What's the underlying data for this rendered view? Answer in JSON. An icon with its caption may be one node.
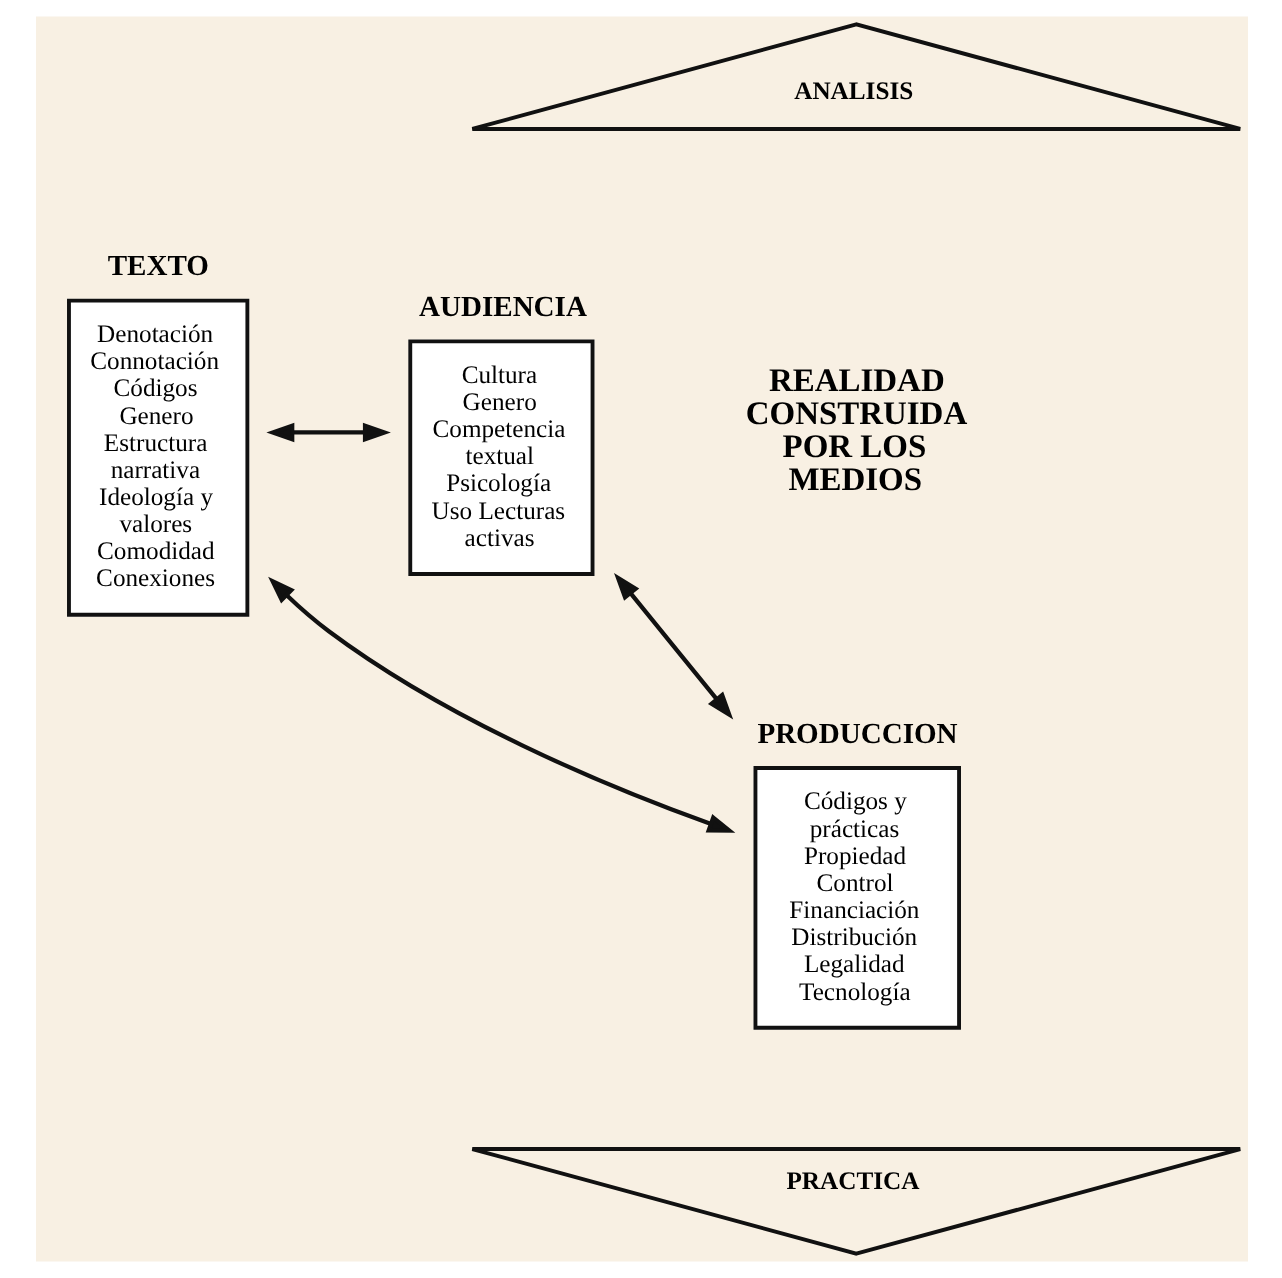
{
  "diagram": {
    "nodes": [
      {
        "text": [
          "ANALISIS"
        ]
      },
      {
        "text": [
          "TEXTO",
          "Denotación Connotación Códigos Genero Estructura narrativa Ideología y valores Comodidad Conexiones"
        ]
      },
      {
        "text": [
          "AUDIENCIA",
          "Cultura Genero Competencia textual Psicología Uso Lecturas activas"
        ]
      },
      {
        "text": [
          "PRODUCCION",
          "Códigos y prácticas Propiedad Control Financiación Distribución Legalidad Tecnología"
        ]
      },
      {
        "text": [
          "PRACTICA"
        ]
      }
    ],
    "edges": [
      {
        "from": 1,
        "to": 2,
        "arrow": "both"
      },
      {
        "from": 1,
        "to": 3,
        "arrow": "both"
      },
      {
        "from": 2,
        "to": 3,
        "arrow": "both"
      }
    ],
    "labels": [
      "REALIDAD CONSTRUIDA POR LOS MEDIOS"
    ]
  }
}
